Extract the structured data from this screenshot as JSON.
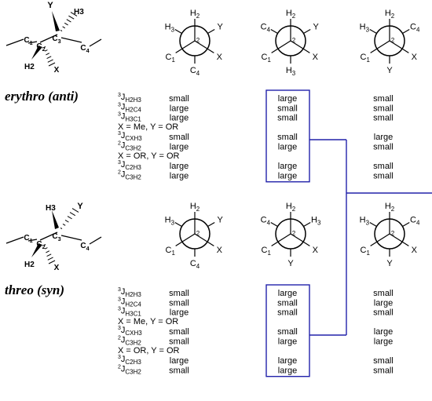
{
  "sections": [
    {
      "title": "erythro (anti)",
      "structure": {
        "sub_y": "Y",
        "sub_h3": "H3",
        "c1": "C1",
        "c2": "C2",
        "c3": "C3",
        "c4": "C4",
        "h2": "H2",
        "x": "X"
      },
      "projections": [
        {
          "front": [
            {
              "key": "h2",
              "text": "H",
              "sub": "2"
            },
            {
              "key": "c1",
              "text": "C",
              "sub": "1"
            },
            {
              "key": "x",
              "text": "X",
              "sub": ""
            }
          ],
          "back": [
            {
              "key": "h3",
              "text": "H",
              "sub": "3"
            },
            {
              "key": "y",
              "text": "Y",
              "sub": ""
            },
            {
              "key": "c4",
              "text": "C",
              "sub": "4"
            }
          ],
          "center": "2"
        },
        {
          "front": [
            {
              "key": "h2",
              "text": "H",
              "sub": "2"
            },
            {
              "key": "c1",
              "text": "C",
              "sub": "1"
            },
            {
              "key": "x",
              "text": "X",
              "sub": ""
            }
          ],
          "back": [
            {
              "key": "c4",
              "text": "C",
              "sub": "4"
            },
            {
              "key": "y",
              "text": "Y",
              "sub": ""
            },
            {
              "key": "h3",
              "text": "H",
              "sub": "3"
            }
          ],
          "center": "2"
        },
        {
          "front": [
            {
              "key": "h2",
              "text": "H",
              "sub": "2"
            },
            {
              "key": "c1",
              "text": "C",
              "sub": "1"
            },
            {
              "key": "x",
              "text": "X",
              "sub": ""
            }
          ],
          "back": [
            {
              "key": "h3",
              "text": "H",
              "sub": "3"
            },
            {
              "key": "c4",
              "text": "C",
              "sub": "4"
            },
            {
              "key": "y",
              "text": "Y",
              "sub": ""
            }
          ],
          "center": "2"
        }
      ],
      "rows": [
        {
          "sup": "3",
          "J": "J",
          "sub": "H2H3",
          "values": [
            "small",
            "large",
            "small"
          ]
        },
        {
          "sup": "3",
          "J": "J",
          "sub": "H2C4",
          "values": [
            "large",
            "small",
            "small"
          ]
        },
        {
          "sup": "3",
          "J": "J",
          "sub": "H3C1",
          "values": [
            "large",
            "small",
            "small"
          ]
        },
        {
          "note": "X = Me, Y = OR"
        },
        {
          "sup": "3",
          "J": "J",
          "sub": "CXH3",
          "values": [
            "small",
            "small",
            "large"
          ]
        },
        {
          "sup": "2",
          "J": "J",
          "sub": "C3H2",
          "values": [
            "large",
            "large",
            "small"
          ]
        },
        {
          "note": "X = OR, Y = OR"
        },
        {
          "sup": "3",
          "J": "J",
          "sub": "C2H3",
          "values": [
            "large",
            "large",
            "small"
          ]
        },
        {
          "sup": "2",
          "J": "J",
          "sub": "C3H2",
          "values": [
            "large",
            "large",
            "small"
          ]
        }
      ]
    },
    {
      "title": "threo (syn)",
      "structure": {
        "sub_y": "Y",
        "sub_h3": "H3",
        "c1": "C1",
        "c2": "C2",
        "c3": "C3",
        "c4": "C4",
        "h2": "H2",
        "x": "X"
      },
      "projections": [
        {
          "front": [
            {
              "key": "h2",
              "text": "H",
              "sub": "2"
            },
            {
              "key": "c1",
              "text": "C",
              "sub": "1"
            },
            {
              "key": "x",
              "text": "X",
              "sub": ""
            }
          ],
          "back": [
            {
              "key": "h3",
              "text": "H",
              "sub": "3"
            },
            {
              "key": "y",
              "text": "Y",
              "sub": ""
            },
            {
              "key": "c4",
              "text": "C",
              "sub": "4"
            }
          ],
          "center": "2"
        },
        {
          "front": [
            {
              "key": "h2",
              "text": "H",
              "sub": "2"
            },
            {
              "key": "c1",
              "text": "C",
              "sub": "1"
            },
            {
              "key": "x",
              "text": "X",
              "sub": ""
            }
          ],
          "back": [
            {
              "key": "c4",
              "text": "C",
              "sub": "4"
            },
            {
              "key": "h3",
              "text": "H",
              "sub": "3"
            },
            {
              "key": "y",
              "text": "Y",
              "sub": ""
            }
          ],
          "center": "2"
        },
        {
          "front": [
            {
              "key": "h2",
              "text": "H",
              "sub": "2"
            },
            {
              "key": "c1",
              "text": "C",
              "sub": "1"
            },
            {
              "key": "x",
              "text": "X",
              "sub": ""
            }
          ],
          "back": [
            {
              "key": "h3",
              "text": "H",
              "sub": "3"
            },
            {
              "key": "c4",
              "text": "C",
              "sub": "4"
            },
            {
              "key": "y",
              "text": "Y",
              "sub": ""
            }
          ],
          "center": "2"
        }
      ],
      "rows": [
        {
          "sup": "3",
          "J": "J",
          "sub": "H2H3",
          "values": [
            "small",
            "large",
            "small"
          ]
        },
        {
          "sup": "3",
          "J": "J",
          "sub": "H2C4",
          "values": [
            "small",
            "small",
            "large"
          ]
        },
        {
          "sup": "3",
          "J": "J",
          "sub": "H3C1",
          "values": [
            "large",
            "small",
            "small"
          ]
        },
        {
          "note": "X = Me, Y = OR"
        },
        {
          "sup": "3",
          "J": "J",
          "sub": "CXH3",
          "values": [
            "small",
            "small",
            "large"
          ]
        },
        {
          "sup": "2",
          "J": "J",
          "sub": "C3H2",
          "values": [
            "small",
            "large",
            "large"
          ]
        },
        {
          "note": "X = OR, Y = OR"
        },
        {
          "sup": "3",
          "J": "J",
          "sub": "C2H3",
          "values": [
            "large",
            "large",
            "small"
          ]
        },
        {
          "sup": "2",
          "J": "J",
          "sub": "C3H2",
          "values": [
            "small",
            "large",
            "small"
          ]
        }
      ]
    }
  ],
  "colors": {
    "ink": "#000000",
    "highlight": "#2222aa"
  }
}
